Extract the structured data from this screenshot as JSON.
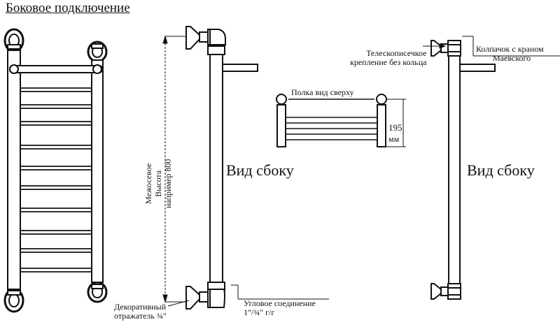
{
  "title": "Боковое подключение",
  "side_view_label": "Вид сбоку",
  "height_note": {
    "line1": "Межосевое",
    "line2": "Высота",
    "line3": "например 800"
  },
  "reflector_note": {
    "line1": "Декоративный",
    "line2": "отражатель ¾\""
  },
  "corner_note": {
    "line1": "Угловое соединение",
    "line2": "1\"/¾\" г/г"
  },
  "shelf_note": "Полка вид сверху",
  "shelf_depth": {
    "value": "195",
    "unit": "мм"
  },
  "telescopic_note": {
    "line1": "Телескописечкое",
    "line2": "крепление без кольца"
  },
  "cap_note": {
    "line1": "Колпачок с краном",
    "line2": "Маевского"
  },
  "colors": {
    "line": "#111111",
    "background": "#ffffff"
  }
}
